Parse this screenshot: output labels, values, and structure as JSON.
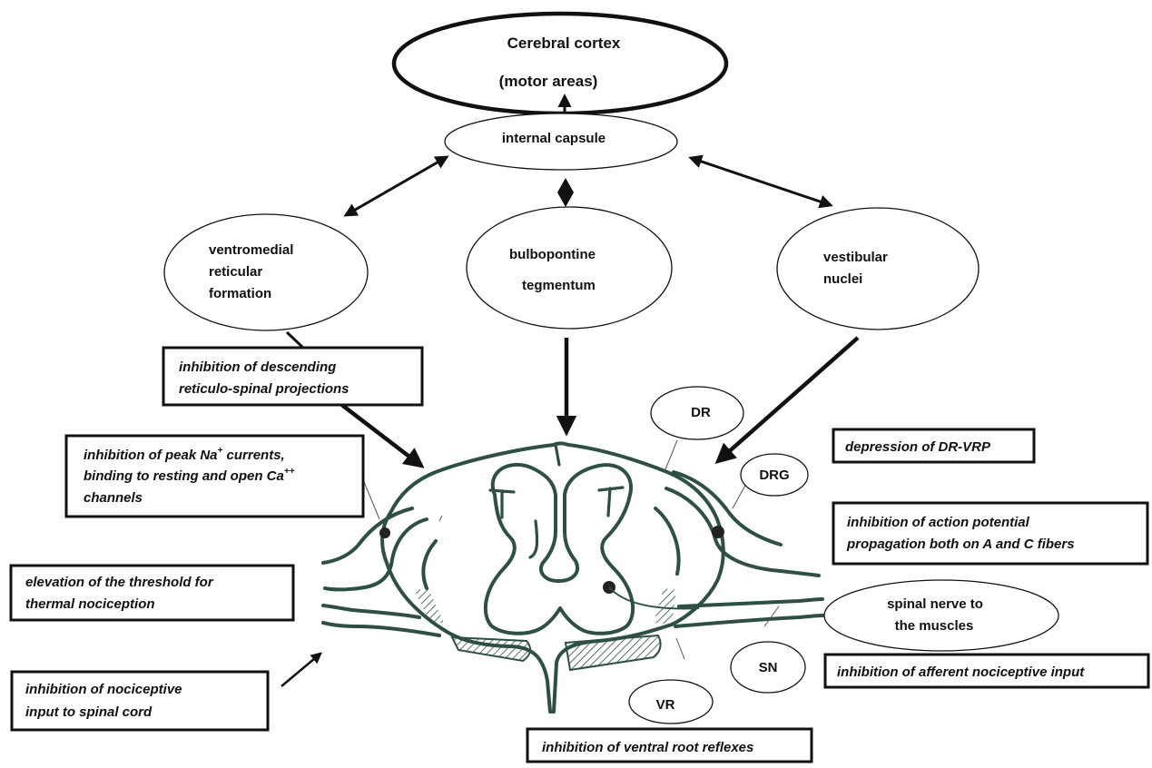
{
  "nodes": {
    "cortex_line1": "Cerebral cortex",
    "cortex_line2": "(motor areas)",
    "capsule": "internal capsule",
    "reticular_line1": "ventromedial",
    "reticular_line2": "reticular",
    "reticular_line3": "formation",
    "bulbo_line1": "bulbopontine",
    "bulbo_line2": "tegmentum",
    "vestibular_line1": "vestibular",
    "vestibular_line2": "nuclei",
    "dr": "DR",
    "drg": "DRG",
    "vr": "VR",
    "sn": "SN",
    "spinal_nerve_line1": "spinal nerve to",
    "spinal_nerve_line2": "the muscles"
  },
  "boxes": {
    "descending_line1": "inhibition of descending",
    "descending_line2": "reticulo-spinal projections",
    "na_line1_pre": "inhibition of peak Na",
    "na_sup": "+",
    "na_line1_post": " currents,",
    "na_line2_pre": "binding to resting and open Ca",
    "ca_sup": "++",
    "na_line3": "channels",
    "thermal_line1": "elevation of the threshold for",
    "thermal_line2": "thermal nociception",
    "nociceptive_line1": "inhibition of nociceptive",
    "nociceptive_line2": "input to spinal cord",
    "drvrp": "depression of DR-VRP",
    "action_line1": "inhibition of action potential",
    "action_line2": "propagation both on A and C fibers",
    "afferent": "inhibition of afferent nociceptive input",
    "ventral": "inhibition of ventral root reflexes"
  }
}
